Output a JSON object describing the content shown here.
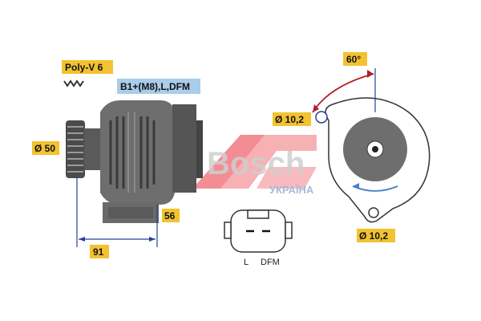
{
  "labels": {
    "poly_v": "Poly-V 6",
    "terminals": "B1+(M8),L,DFM",
    "pulley_diameter": "Ø 50",
    "height_56": "56",
    "width_91": "91",
    "angle": "60°",
    "hole_top": "Ø 10,2",
    "hole_bottom": "Ø 10,2",
    "pin_l": "L",
    "pin_dfm": "DFM"
  },
  "watermark": {
    "brand": "Bosch",
    "sub": "УКРАЇНА",
    "copyright": "©",
    "color": "#e8323c"
  },
  "colors": {
    "label_yellow": "#f2c230",
    "label_blue": "#a9cdea",
    "body_gray": "#6e6e6e",
    "dim_line": "#2a3f9a",
    "angle_arrow": "#b0202a"
  }
}
